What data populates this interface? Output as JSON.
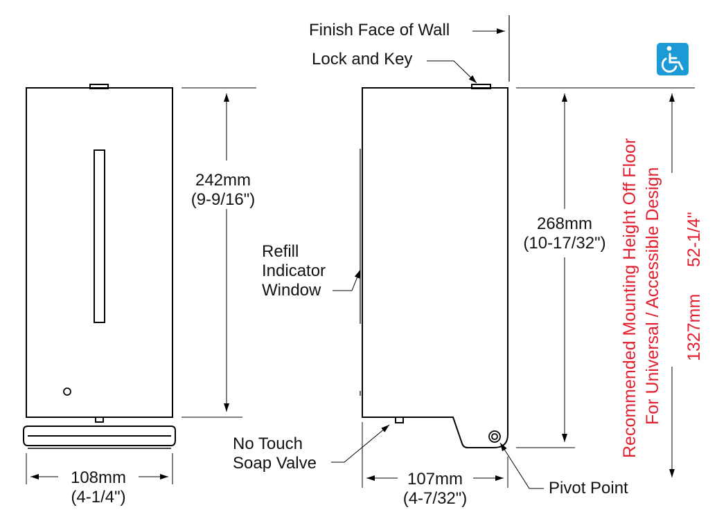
{
  "labels": {
    "finish_face": "Finish Face of Wall",
    "lock_key": "Lock and Key",
    "refill_line1": "Refill",
    "refill_line2": "Indicator",
    "refill_line3": "Window",
    "no_touch_line1": "No Touch",
    "no_touch_line2": "Soap Valve",
    "pivot": "Pivot Point"
  },
  "dimensions": {
    "front_height_mm": "242mm",
    "front_height_in": "(9-9/16\")",
    "side_height_mm": "268mm",
    "side_height_in": "(10-17/32\")",
    "front_width_mm": "108mm",
    "front_width_in": "(4-1/4\")",
    "side_width_mm": "107mm",
    "side_width_in": "(4-7/32\")"
  },
  "mounting": {
    "line1": "Recommended Mounting Height Off Floor",
    "line2": "For Universal / Accessible Design",
    "metric": "1327mm",
    "imperial": "52-1/4\""
  },
  "colors": {
    "accent_red": "#e2202f",
    "accessibility_blue": "#1b9ad6"
  },
  "icons": {
    "accessibility": "wheelchair-icon"
  }
}
